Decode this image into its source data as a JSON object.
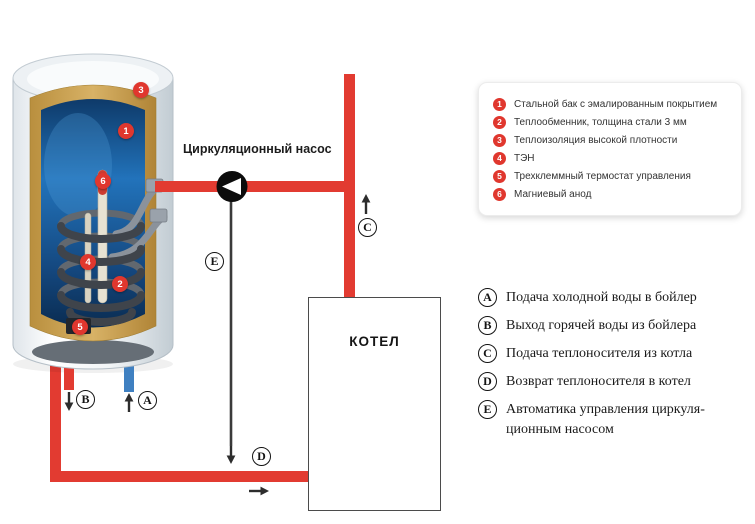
{
  "diagram": {
    "pump_label": "Циркуляционный насос",
    "boiler_box_label": "КОТЕЛ",
    "markers": [
      "1",
      "2",
      "3",
      "4",
      "5",
      "6"
    ],
    "flow_points": [
      "A",
      "B",
      "C",
      "D",
      "E"
    ]
  },
  "numbered_legend": {
    "items": [
      {
        "num": "1",
        "text": "Стальной бак с эмалированным покрытием"
      },
      {
        "num": "2",
        "text": "Теплообменник, толщина стали 3 мм"
      },
      {
        "num": "3",
        "text": "Теплоизоляция высокой плотности"
      },
      {
        "num": "4",
        "text": "ТЭН"
      },
      {
        "num": "5",
        "text": "Трехклеммный термостат управления"
      },
      {
        "num": "6",
        "text": "Магниевый анод"
      }
    ]
  },
  "lettered_legend": {
    "items": [
      {
        "letter": "A",
        "text": "Подача холодной воды в бойлер"
      },
      {
        "letter": "B",
        "text": "Выход горячей воды из бойлера"
      },
      {
        "letter": "C",
        "text": "Подача теплоносителя из котла"
      },
      {
        "letter": "D",
        "text": "Возврат теплоносителя в котел"
      },
      {
        "letter": "E",
        "text": "Автоматика управления циркуля-\nционным насосом"
      }
    ]
  },
  "colors": {
    "pipe_red": "#e23b31",
    "cold_water_blue": "#3f80c1",
    "marker_red": "#e0372e",
    "insulation_tan": "#c9a153",
    "tank_blue": "#1d6bb0",
    "wire_dark": "#3a3a3a"
  }
}
